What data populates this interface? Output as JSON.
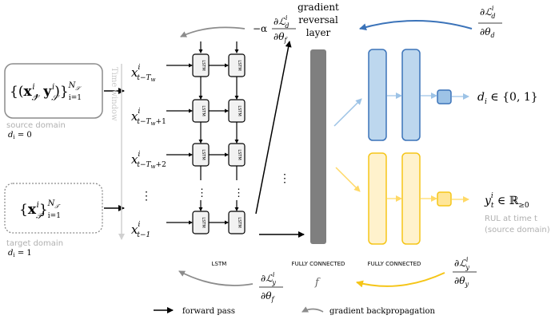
{
  "labels": {
    "source_set": "{(x",
    "source_set_sub": "i",
    "source_domain": "source domain",
    "source_di": "d",
    "source_di_value": "= 0",
    "target_set": "{x",
    "target_domain": "target domain",
    "target_di_value": "= 1",
    "time_window": "Time window",
    "lstm": "LSTM",
    "lstm_caption": "LSTM",
    "fc1_caption": "FULLY CONNECTED",
    "fc2_caption": "FULLY CONNECTED",
    "grl_line1": "gradient",
    "grl_line2": "reversal",
    "grl_line3": "layer",
    "domain_out": "d",
    "domain_out_sub": "i",
    "domain_out_set": "∈ {0, 1}",
    "rul_out": "y",
    "rul_out_set": "∈ ℝ≥0",
    "rul_caption1": "RUL at time t",
    "rul_caption2": "(source domain)",
    "f_label": "f",
    "legend_forward": "forward pass",
    "legend_backward": "gradient backpropagation",
    "vdots": "⋮",
    "x_t_minus_tw": "x",
    "sub_t_tw": "t−T",
    "sub_t_tw1": "t−T",
    "sub_t_tw2": "t−T",
    "sub_t1": "t−1",
    "plus1": "+1",
    "plus2": "+2",
    "sup_i": "i",
    "alpha_minus": "−α",
    "dL": "∂ℒ",
    "dtheta_f": "∂θ",
    "dtheta_d": "∂θ",
    "dtheta_y": "∂θ",
    "sub_d": "d",
    "sub_f": "f",
    "sub_y": "y",
    "sub_w": "w",
    "N_S": "N",
    "i_eq_1": "i=1"
  },
  "colors": {
    "blue_fill": "#bdd7ee",
    "blue_stroke": "#3b73b9",
    "yellow_fill": "#fff2cc",
    "yellow_stroke": "#f5c518",
    "gray_bar": "#7f7f7f",
    "arrow_gray": "#8c8c8c",
    "light_blue_arrow": "#9dc3e6",
    "light_yellow_arrow": "#ffd966"
  }
}
